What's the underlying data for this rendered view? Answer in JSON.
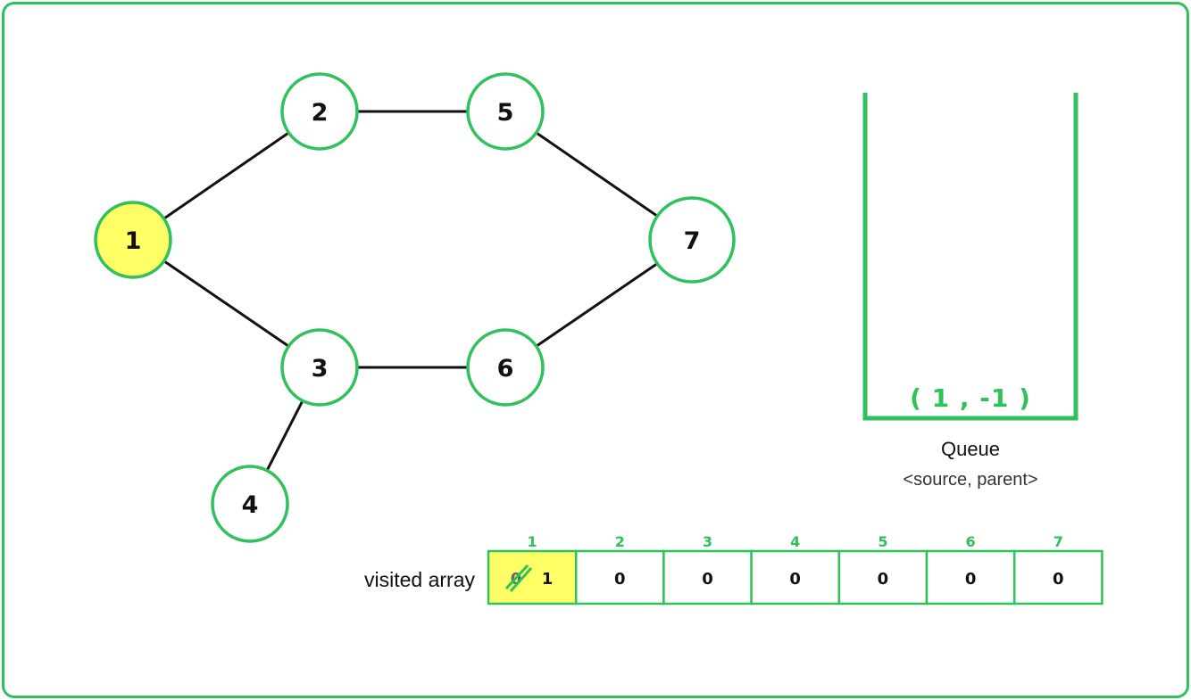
{
  "colors": {
    "accent": "#2fc15b",
    "highlight": "#ffff66",
    "edge": "#111111",
    "node_fill": "#ffffff"
  },
  "graph": {
    "nodes": [
      {
        "id": "1",
        "label": "1",
        "highlighted": true
      },
      {
        "id": "2",
        "label": "2",
        "highlighted": false
      },
      {
        "id": "3",
        "label": "3",
        "highlighted": false
      },
      {
        "id": "4",
        "label": "4",
        "highlighted": false
      },
      {
        "id": "5",
        "label": "5",
        "highlighted": false
      },
      {
        "id": "6",
        "label": "6",
        "highlighted": false
      },
      {
        "id": "7",
        "label": "7",
        "highlighted": false
      }
    ],
    "edges": [
      [
        "1",
        "2"
      ],
      [
        "1",
        "3"
      ],
      [
        "2",
        "5"
      ],
      [
        "3",
        "6"
      ],
      [
        "3",
        "4"
      ],
      [
        "5",
        "7"
      ],
      [
        "6",
        "7"
      ]
    ]
  },
  "queue": {
    "title": "Queue",
    "subtitle": "<source, parent>",
    "items": [
      "( 1 , -1 )"
    ]
  },
  "visited": {
    "label": "visited array",
    "indices": [
      "1",
      "2",
      "3",
      "4",
      "5",
      "6",
      "7"
    ],
    "values": [
      "1",
      "0",
      "0",
      "0",
      "0",
      "0",
      "0"
    ],
    "old_values": [
      "0",
      "",
      "",
      "",
      "",
      "",
      ""
    ],
    "highlighted": [
      true,
      false,
      false,
      false,
      false,
      false,
      false
    ]
  }
}
